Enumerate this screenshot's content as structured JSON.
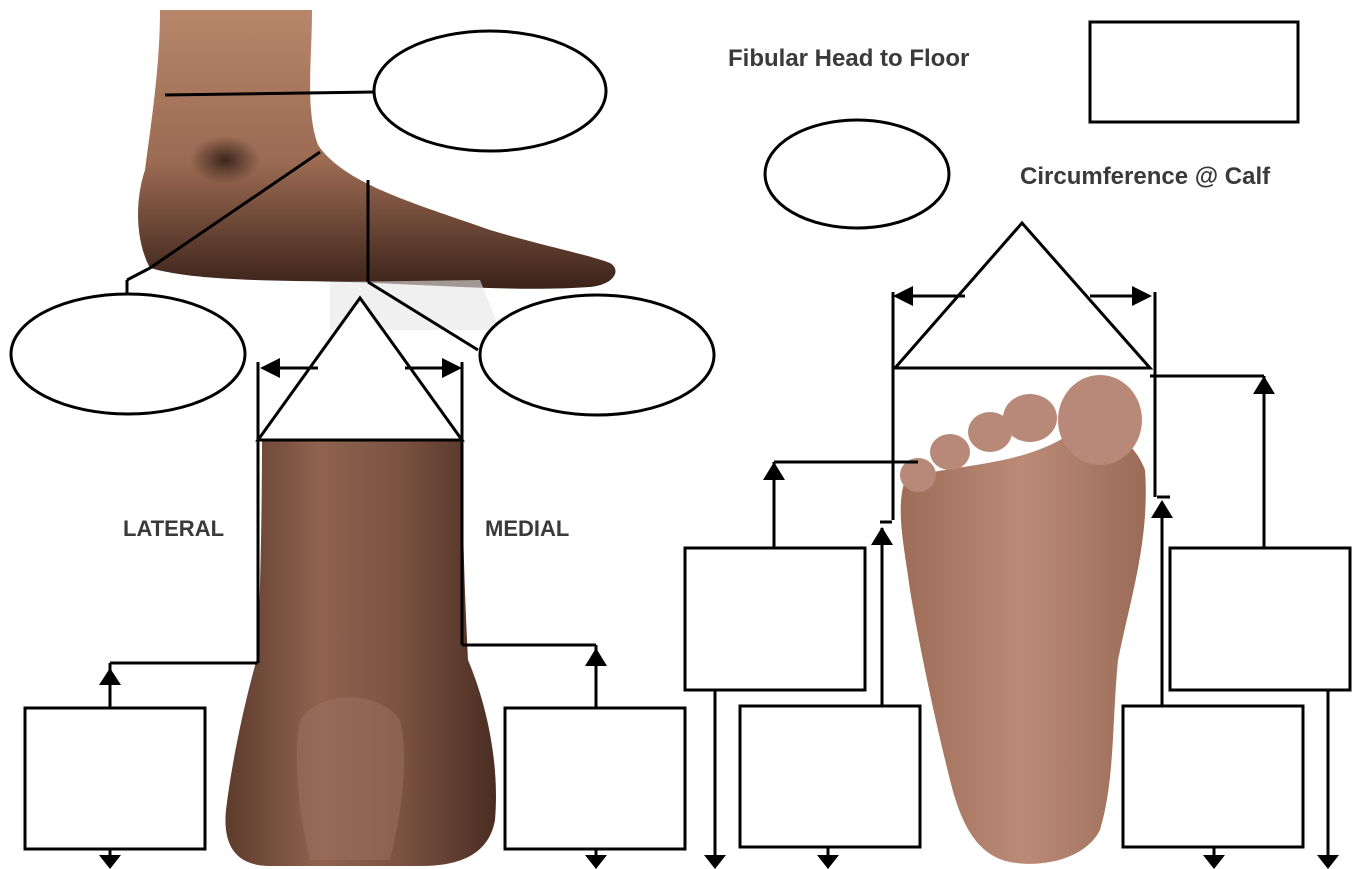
{
  "labels": {
    "fibular_head_to_floor": "Fibular Head to Floor",
    "circumference_at_calf": "Circumference @ Calf",
    "lateral": "LATERAL",
    "medial": "MEDIAL"
  },
  "colors": {
    "background": "#ffffff",
    "line": "#000000",
    "label_text": "#3a3a3a",
    "skin_light": "#c79a80",
    "skin_mid": "#a7745c",
    "skin_dark": "#5b3a2c"
  },
  "icons": {
    "side_foot": "side-view-foot-illustration",
    "rear_foot": "rear-view-ankle-illustration",
    "sole": "plantar-foot-sole-illustration"
  }
}
